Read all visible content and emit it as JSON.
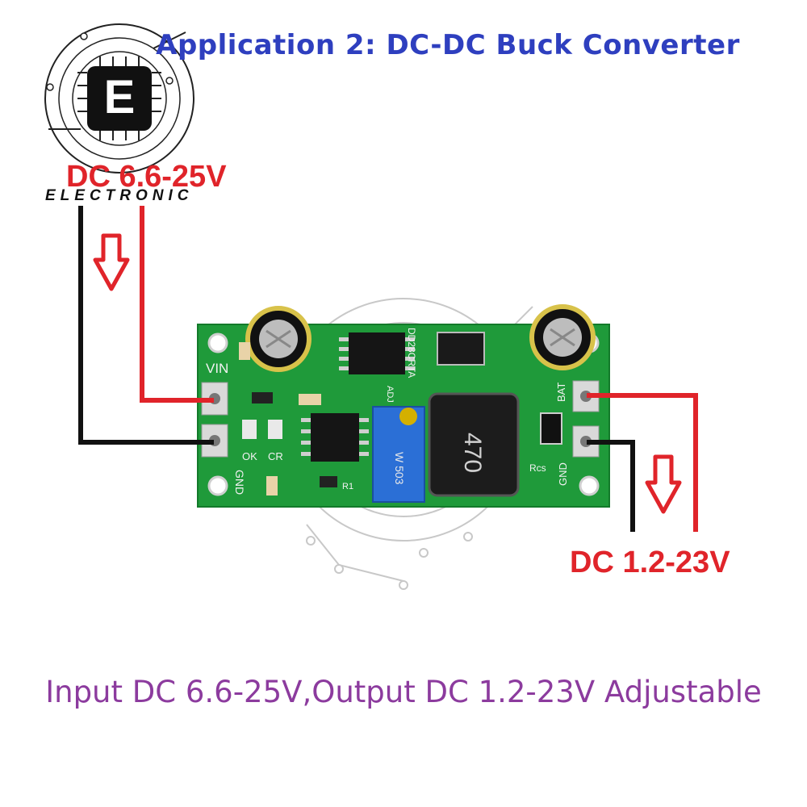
{
  "title": "Application 2:  DC-DC Buck Converter",
  "input_label": "DC 6.6-25V",
  "output_label": "DC 1.2-23V",
  "caption": "Input DC 6.6-25V,Output DC 1.2-23V Adjustable",
  "logo": {
    "letter": "E",
    "text": "ELECTRONIC"
  },
  "board": {
    "vin": "VIN",
    "gnd_left": "GND",
    "ok": "OK",
    "cr": "CR",
    "bat": "BAT",
    "gnd_right": "GND",
    "adj": "ADJ",
    "rcs": "Rcs",
    "r1": "R1",
    "model": "DD28CRTA",
    "inductor": "470",
    "pot": "W 503"
  },
  "colors": {
    "title": "#2e3fbf",
    "voltage": "#e0242a",
    "caption": "#8c3b9e",
    "pcb": "#1f9a3a",
    "wire_red": "#e0242a",
    "wire_black": "#111111"
  },
  "icons": [
    "down-arrow-icon",
    "logo-chip-icon"
  ]
}
